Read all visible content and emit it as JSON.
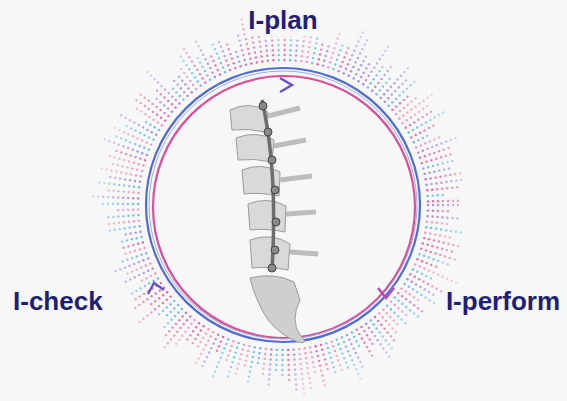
{
  "diagram": {
    "labels": [
      "I-plan",
      "I-check",
      "I-perform"
    ]
  }
}
